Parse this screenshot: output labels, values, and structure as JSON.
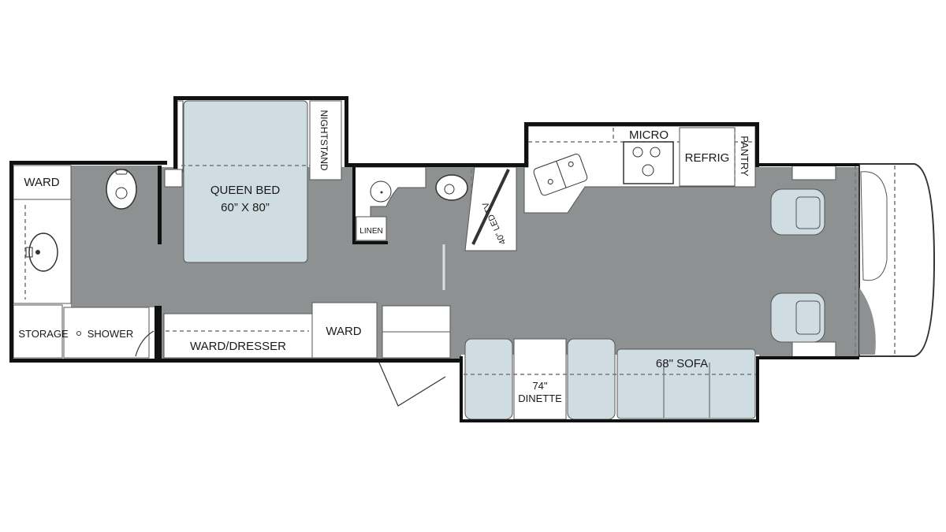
{
  "floorplan": {
    "rooms": {
      "ward_rear": "WARD",
      "storage": "STORAGE",
      "shower": "SHOWER",
      "queen_bed_line1": "QUEEN BED",
      "queen_bed_line2": "60” X 80”",
      "nightstand": "NIGHTSTAND",
      "linen": "LINEN",
      "ward_dresser": "WARD/DRESSER",
      "ward_mid": "WARD",
      "tv": "40\" LED TV",
      "micro": "MICRO",
      "refrig": "REFRIG",
      "pantry": "PANTRY",
      "dinette_line1": "74\"",
      "dinette_line2": "DINETTE",
      "sofa": "68\" SOFA"
    },
    "colors": {
      "floor": "#8e9192",
      "furniture": "#cfdde3",
      "wall": "#111111"
    }
  }
}
